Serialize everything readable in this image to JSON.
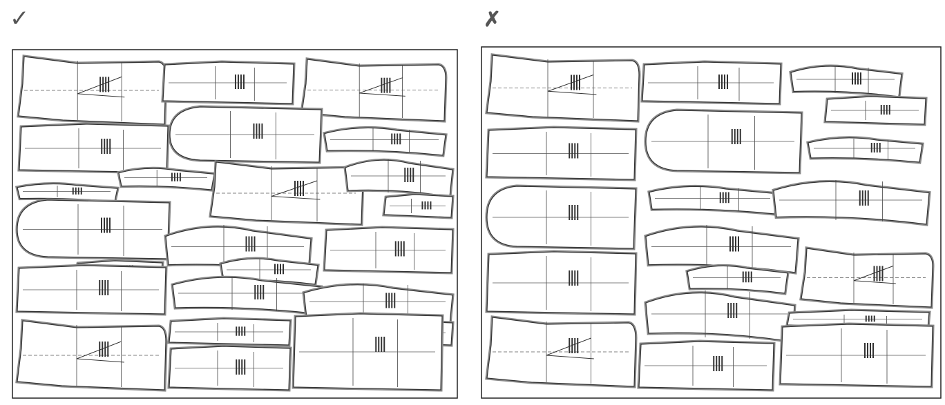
{
  "marks": {
    "good": "✓",
    "bad": "✗"
  },
  "panels": [
    {
      "id": "good-layout",
      "verdict": "correct"
    },
    {
      "id": "bad-layout",
      "verdict": "incorrect"
    }
  ],
  "colors": {
    "outline": "#333333",
    "seam": "#888888",
    "frame": "#222222"
  }
}
